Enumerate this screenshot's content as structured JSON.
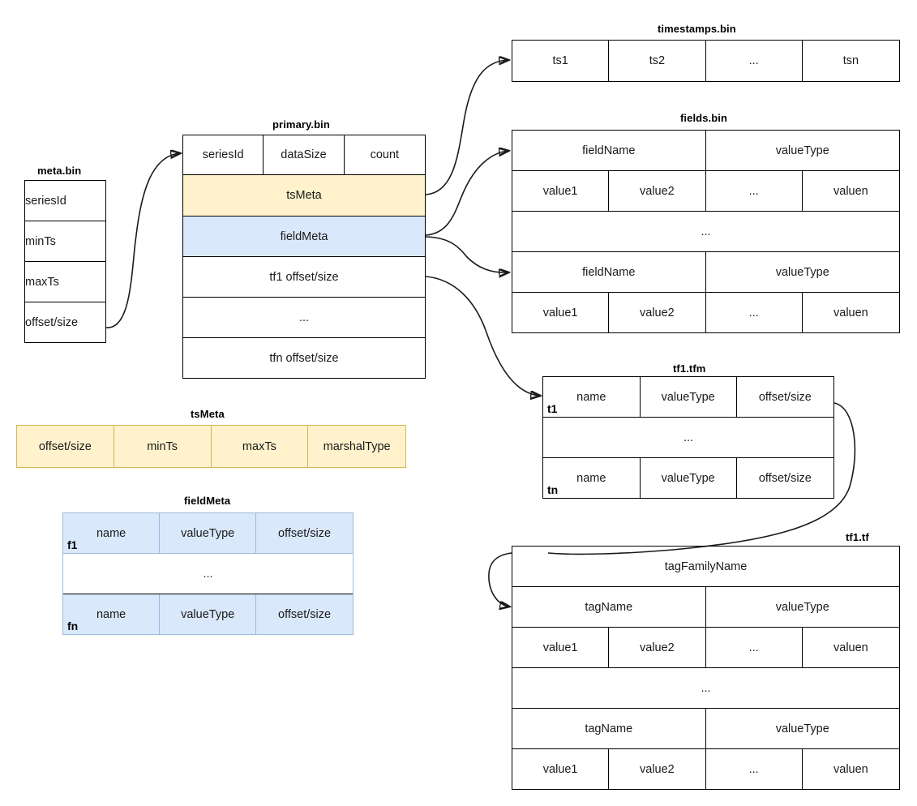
{
  "diagram": {
    "title_labels": {
      "meta": "meta.bin",
      "primary": "primary.bin",
      "timestamps": "timestamps.bin",
      "fields": "fields.bin",
      "tsmeta": "tsMeta",
      "fieldmeta": "fieldMeta",
      "tfm": "tf1.tfm",
      "tf": "tf1.tf"
    },
    "meta_bin": {
      "title": "meta.bin",
      "rows": [
        "seriesId",
        "minTs",
        "maxTs",
        "offset/size"
      ]
    },
    "primary_bin": {
      "title": "primary.bin",
      "header": [
        "seriesId",
        "dataSize",
        "count"
      ],
      "rows": [
        "tsMeta",
        "fieldMeta",
        "tf1 offset/size",
        "...",
        "tfn offset/size"
      ]
    },
    "timestamps_bin": {
      "title": "timestamps.bin",
      "cells": [
        "ts1",
        "ts2",
        "...",
        "tsn"
      ]
    },
    "fields_bin": {
      "title": "fields.bin",
      "header1": [
        "fieldName",
        "valueType"
      ],
      "values1": [
        "value1",
        "value2",
        "...",
        "valuen"
      ],
      "ellipsis": "...",
      "header2": [
        "fieldName",
        "valueType"
      ],
      "values2": [
        "value1",
        "value2",
        "...",
        "valuen"
      ]
    },
    "ts_meta": {
      "title": "tsMeta",
      "cells": [
        "offset/size",
        "minTs",
        "maxTs",
        "marshalType"
      ],
      "color": "#fff2cc",
      "border_color": "#d6b656"
    },
    "field_meta": {
      "title": "fieldMeta",
      "color": "#dae8fc",
      "border_color": "#9bbbdc",
      "row1": {
        "index": "f1",
        "cells": [
          "name",
          "valueType",
          "offset/size"
        ]
      },
      "ellipsis": "...",
      "row2": {
        "index": "fn",
        "cells": [
          "name",
          "valueType",
          "offset/size"
        ]
      }
    },
    "tf1_tfm": {
      "title": "tf1.tfm",
      "row1": {
        "index": "t1",
        "cells": [
          "name",
          "valueType",
          "offset/size"
        ]
      },
      "ellipsis": "...",
      "row2": {
        "index": "tn",
        "cells": [
          "name",
          "valueType",
          "offset/size"
        ]
      }
    },
    "tf1_tf": {
      "title": "tf1.tf",
      "family": "tagFamilyName",
      "header1": [
        "tagName",
        "valueType"
      ],
      "values1": [
        "value1",
        "value2",
        "...",
        "valuen"
      ],
      "ellipsis": "...",
      "header2": [
        "tagName",
        "valueType"
      ],
      "values2": [
        "value1",
        "value2",
        "...",
        "valuen"
      ]
    }
  }
}
